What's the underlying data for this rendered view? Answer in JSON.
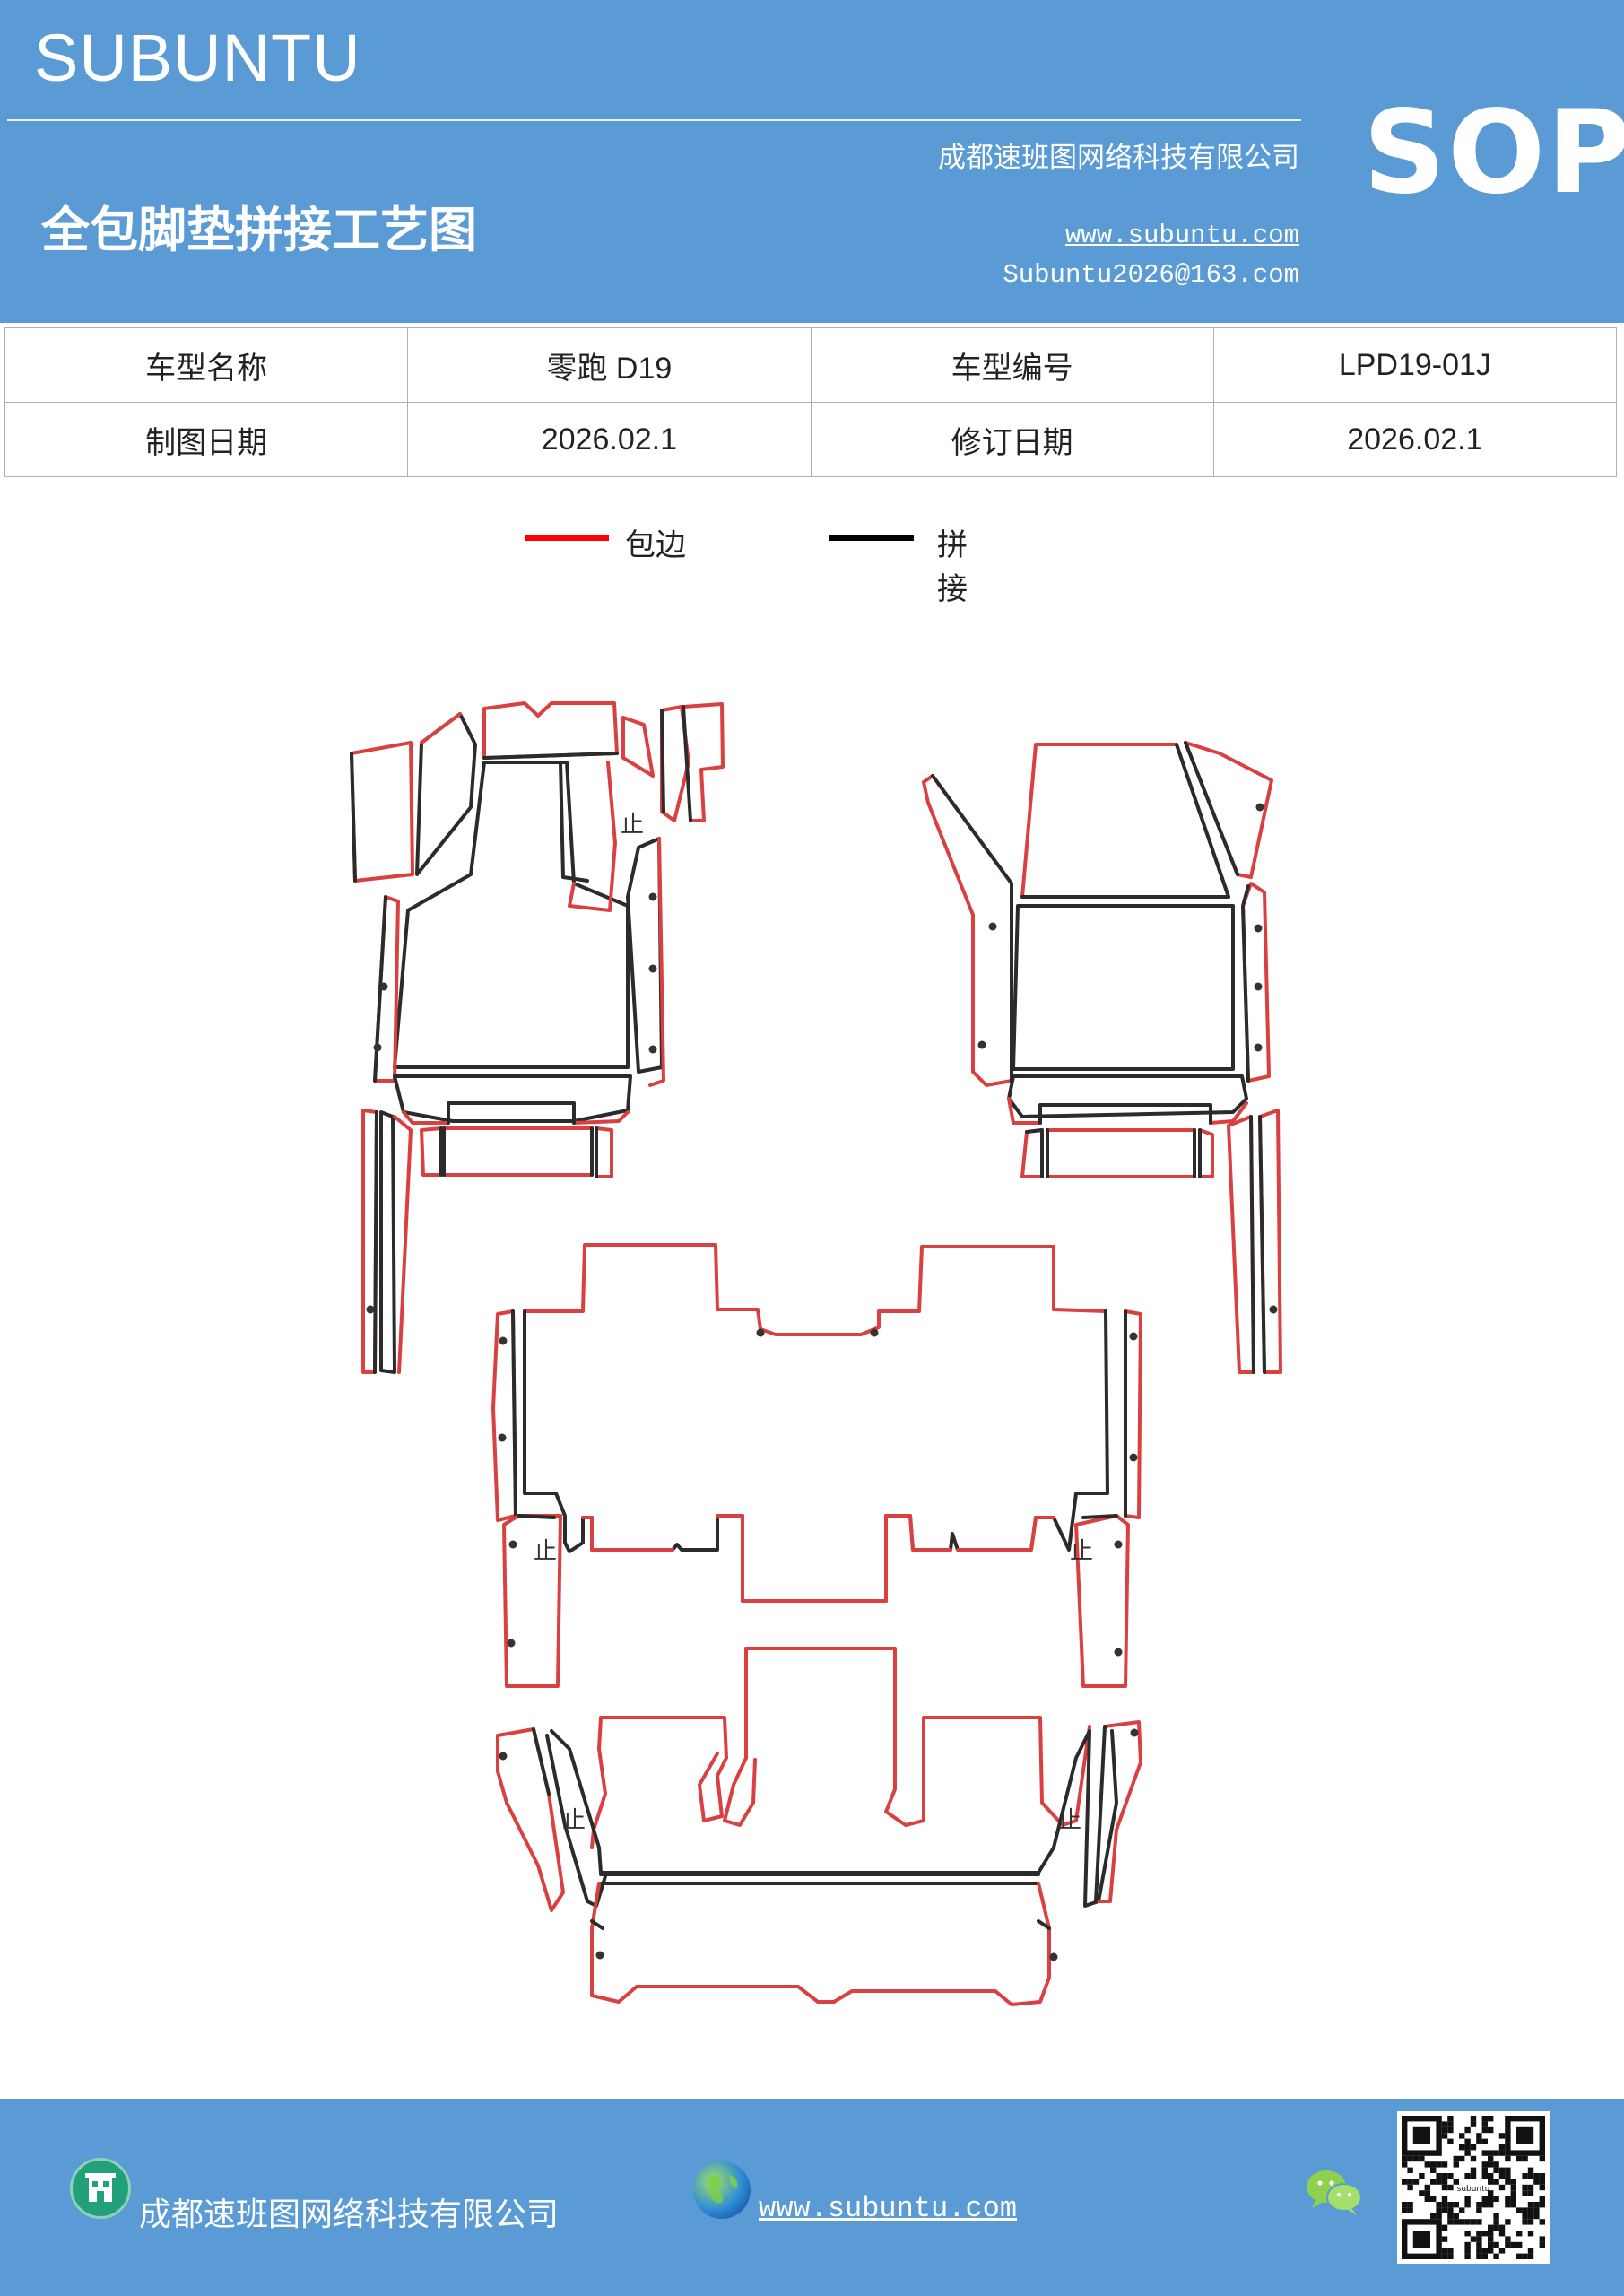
{
  "header": {
    "brand": "SUBUNTU",
    "company": "成都速班图网络科技有限公司",
    "title": "全包脚垫拼接工艺图",
    "website": "www.subuntu.com",
    "email": "Subuntu2026@163.com",
    "badge": "SOP"
  },
  "info_table": {
    "rows": [
      {
        "label1": "车型名称",
        "value1": "零跑 D19",
        "label2": "车型编号",
        "value2": "LPD19-01J"
      },
      {
        "label1": "制图日期",
        "value1": "2026.02.1",
        "label2": "修订日期",
        "value2": "2026.02.1"
      }
    ]
  },
  "legend": {
    "items": [
      {
        "label": "包边",
        "color": "#ff0000"
      },
      {
        "label": "拼接",
        "color": "#000000"
      }
    ]
  },
  "diagram": {
    "edge_color": "#d9403f",
    "seam_color": "#2b2b2b",
    "stop_mark": "止"
  },
  "footer": {
    "company": "成都速班图网络科技有限公司",
    "website": "www.subuntu.com",
    "qr_label": "subuntu"
  },
  "icons": {
    "building": "building-icon",
    "globe": "globe-icon",
    "wechat": "wechat-icon",
    "qr": "qr-code-icon"
  }
}
